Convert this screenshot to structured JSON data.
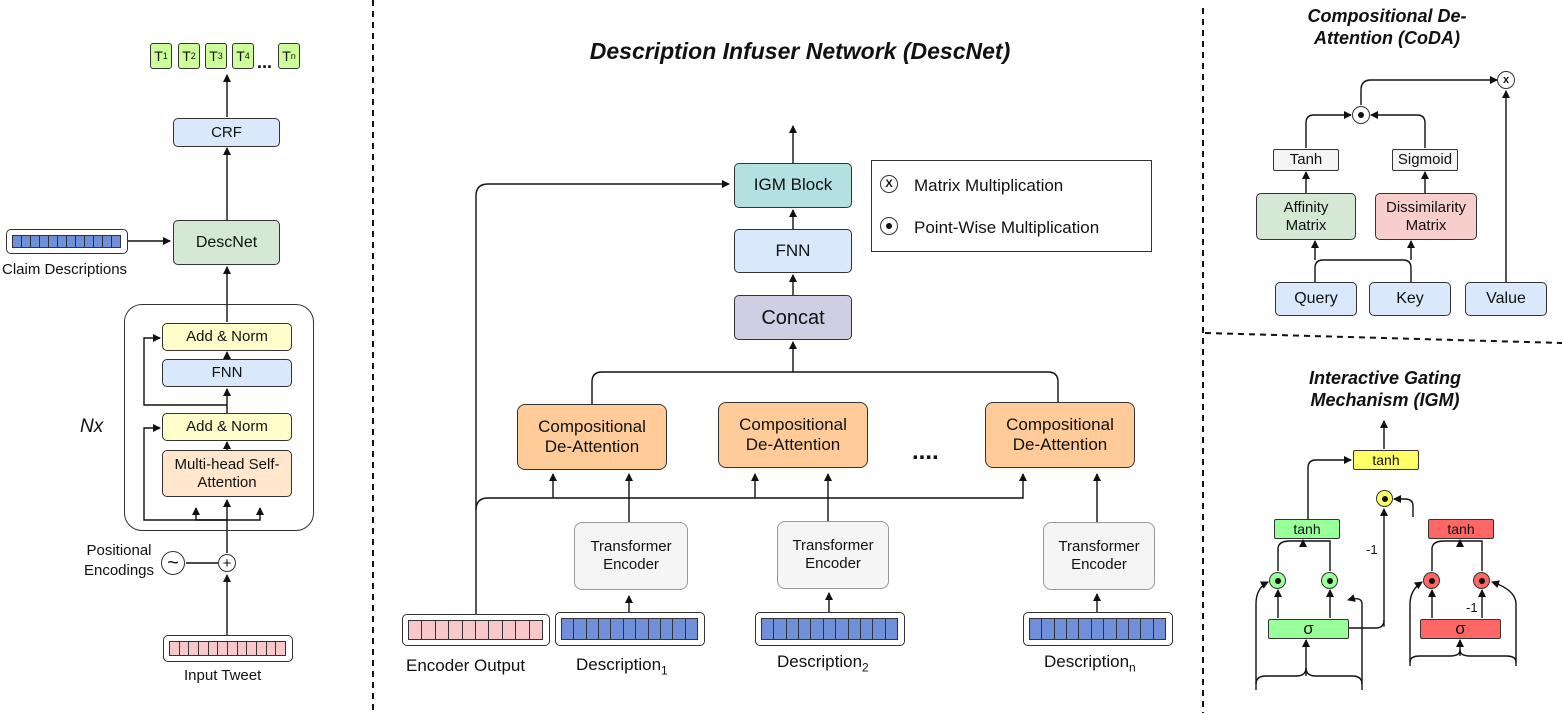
{
  "left": {
    "tokens": [
      "T",
      "T",
      "T",
      "T",
      "T"
    ],
    "token_subs": [
      "1",
      "2",
      "3",
      "4",
      "n"
    ],
    "ellipsis": "...",
    "crf": "CRF",
    "descnet": "DescNet",
    "claim_descriptions": "Claim Descriptions",
    "add_norm_top": "Add & Norm",
    "fnn": "FNN",
    "add_norm_bottom": "Add & Norm",
    "mhsa": "Multi-head Self-Attention",
    "nx": "Nx",
    "positional_encodings": "Positional Encodings",
    "tilde": "~",
    "plus": "+",
    "input_tweet": "Input Tweet"
  },
  "middle": {
    "title": "Description Infuser Network (DescNet)",
    "igm_block": "IGM Block",
    "fnn": "FNN",
    "concat": "Concat",
    "coda_labels": [
      "Compositional De-Attention",
      "Compositional De-Attention",
      "Compositional De-Attention"
    ],
    "ellipsis": "....",
    "encoder_labels": [
      "Transformer Encoder",
      "Transformer Encoder",
      "Transformer Encoder"
    ],
    "encoder_output": "Encoder Output",
    "descriptions": [
      "Description",
      "Description",
      "Description"
    ],
    "description_subs": [
      "1",
      "2",
      "n"
    ],
    "legend": {
      "matrix_symbol": "X",
      "matrix": "Matrix Multiplication",
      "pointwise": "Point-Wise Multiplication"
    }
  },
  "coda": {
    "title": "Compositional De-Attention (CoDA)",
    "tanh": "Tanh",
    "sigmoid": "Sigmoid",
    "affinity": "Affinity Matrix",
    "dissimilarity": "Dissimilarity Matrix",
    "query": "Query",
    "key": "Key",
    "value": "Value",
    "times_symbol": "x"
  },
  "igm": {
    "title": "Interactive Gating Mechanism (IGM)",
    "tanh_top": "tanh",
    "tanh_left": "tanh",
    "tanh_right": "tanh",
    "sigma_left": "σ",
    "sigma_right": "σ",
    "minus_one_a": "-1",
    "minus_one_b": "-1"
  },
  "colors": {
    "token_green": "#ccff99",
    "crf_blue": "#dae8fc",
    "descnet_green": "#d5e8d4",
    "add_norm_yellow": "#ffffcc",
    "mhsa_orange": "#ffe6cc",
    "igm_teal": "#b3e0e0",
    "concat_purple": "#d0cee2",
    "coda_orange": "#ffcc99",
    "encoder_gray": "#f5f5f5",
    "affinity_green": "#d5e8d4",
    "dissim_red": "#f8cecc",
    "igm_green": "#99ff99",
    "igm_red": "#ff6666",
    "igm_yellow": "#ffff66"
  }
}
